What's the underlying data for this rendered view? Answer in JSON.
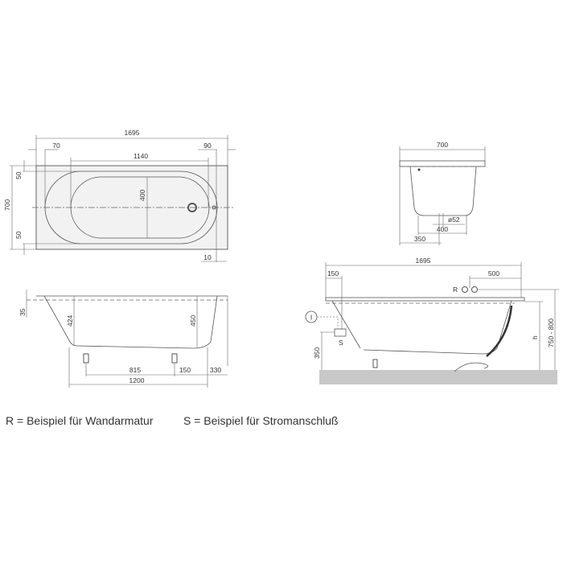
{
  "top_view": {
    "overall_length": "1695",
    "left_offset": "70",
    "right_offset": "90",
    "inner_length": "1140",
    "inner_width": "400",
    "overall_width": "700",
    "edge_top": "50",
    "edge_bottom": "50",
    "drain_offset": "10"
  },
  "side_view": {
    "rim": "35",
    "depth_left": "424",
    "depth_right": "450",
    "foot_spacing": "815",
    "foot_offset": "150",
    "end_offset": "330",
    "bottom_length": "1200"
  },
  "end_view": {
    "width": "700",
    "drain_diameter": "ø52",
    "bottom_width": "400",
    "center": "350"
  },
  "install_view": {
    "length": "1695",
    "s_offset": "150",
    "r_offset": "500",
    "r_label": "R",
    "s_label": "S",
    "info_label": "I",
    "height_label": "h",
    "height_range": "750 - 800",
    "s_height": "350"
  },
  "legend": {
    "r_note": "R = Beispiel für Wandarmatur",
    "s_note": "S = Beispiel für Stromanschluß"
  },
  "colors": {
    "tub_fill": "#f2f2f2",
    "floor": "#c8c8c8",
    "line": "#555555"
  }
}
